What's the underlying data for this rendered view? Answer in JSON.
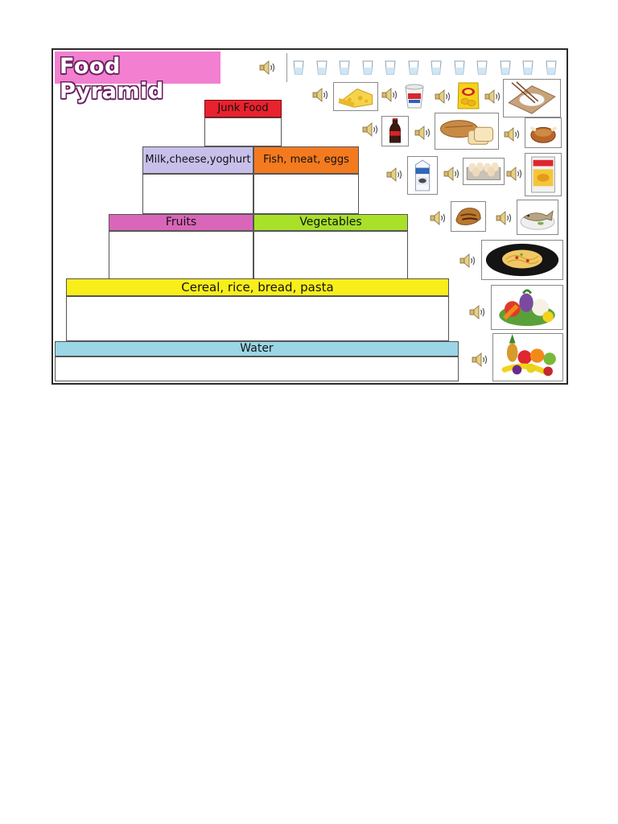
{
  "title": "Food Pyramid",
  "water_glasses": {
    "count": 12
  },
  "tiers": {
    "junk": {
      "label": "Junk Food",
      "color": "#e8222e"
    },
    "dairy": {
      "label": "Milk,cheese,yoghurt",
      "color": "#c8c0ea"
    },
    "protein": {
      "label": "Fish, meat, eggs",
      "color": "#f47a1f"
    },
    "fruits": {
      "label": "Fruits",
      "color": "#d966b8"
    },
    "vegetables": {
      "label": "Vegetables",
      "color": "#a8e02a"
    },
    "grains": {
      "label": "Cereal, rice, bread, pasta",
      "color": "#f8ee1a"
    },
    "water": {
      "label": "Water",
      "color": "#9ad6e6"
    }
  },
  "food_items": [
    {
      "name": "cheese",
      "icon": "cheese-icon"
    },
    {
      "name": "yoghurt",
      "icon": "yoghurt-icon"
    },
    {
      "name": "crisps",
      "icon": "crisps-icon"
    },
    {
      "name": "rice",
      "icon": "rice-icon"
    },
    {
      "name": "cola",
      "icon": "cola-icon"
    },
    {
      "name": "bread",
      "icon": "bread-icon"
    },
    {
      "name": "chicken",
      "icon": "chicken-icon"
    },
    {
      "name": "milk",
      "icon": "milk-icon"
    },
    {
      "name": "eggs",
      "icon": "eggs-icon"
    },
    {
      "name": "corn flakes",
      "icon": "cereal-box-icon"
    },
    {
      "name": "pastry",
      "icon": "pastry-icon"
    },
    {
      "name": "fish",
      "icon": "fish-icon"
    },
    {
      "name": "pasta",
      "icon": "pasta-icon"
    },
    {
      "name": "vegetables",
      "icon": "vegetables-icon"
    },
    {
      "name": "fruits",
      "icon": "fruits-icon"
    }
  ]
}
